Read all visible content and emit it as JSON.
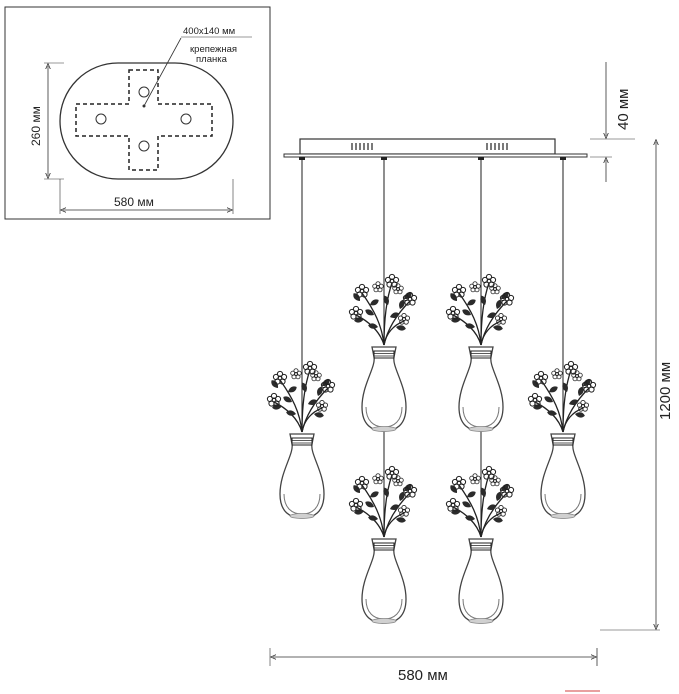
{
  "inset": {
    "dim_plate": "400x140 мм",
    "plate_label_line1": "крепежная",
    "plate_label_line2": "планка",
    "dim_height": "260 мм",
    "dim_width": "580 мм"
  },
  "main": {
    "dim_canopy_height": "40 мм",
    "dim_total_height": "1200 мм",
    "dim_total_width": "580 мм"
  },
  "colors": {
    "line": "#333333",
    "glass": "#555555",
    "accent": "#e8a0a0"
  }
}
